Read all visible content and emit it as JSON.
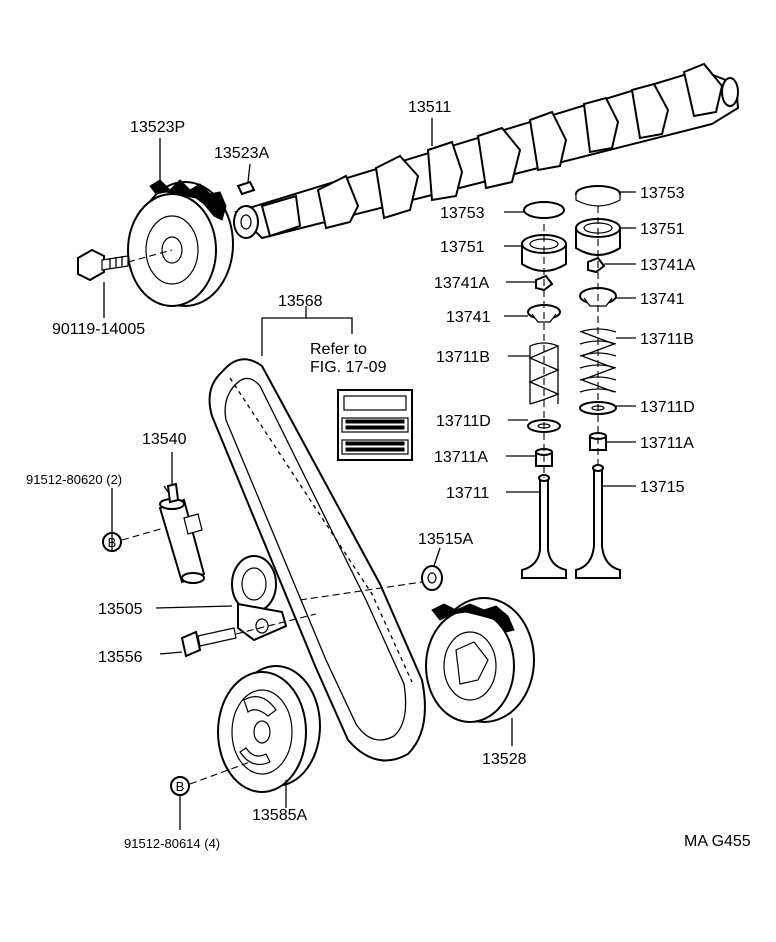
{
  "labels": {
    "p13523P": "13523P",
    "p13523A": "13523A",
    "p13511": "13511",
    "p13753_r": "13753",
    "p13753_l": "13753",
    "p13751_r": "13751",
    "p13751_l": "13751",
    "p13741A_l": "13741A",
    "p13741A_r": "13741A",
    "p13741_r": "13741",
    "p13741_l": "13741",
    "p13711B_l": "13711B",
    "p13711B_r": "13711B",
    "p13711D_l": "13711D",
    "p13711D_r": "13711D",
    "p13711A_l": "13711A",
    "p13711A_r": "13711A",
    "p13711": "13711",
    "p13715": "13715",
    "p90119": "90119-14005",
    "p13568": "13568",
    "refer1": "Refer to",
    "refer2": "FIG. 17-09",
    "p13540": "13540",
    "p91512_80620": "91512-80620 (2)",
    "p13515A": "13515A",
    "p13505": "13505",
    "p13556": "13556",
    "p13528": "13528",
    "p13585A": "13585A",
    "p91512_80614": "91512-80614 (4)",
    "figcode": "MA G455",
    "bolt_mark_1": "B",
    "bolt_mark_2": "B"
  }
}
